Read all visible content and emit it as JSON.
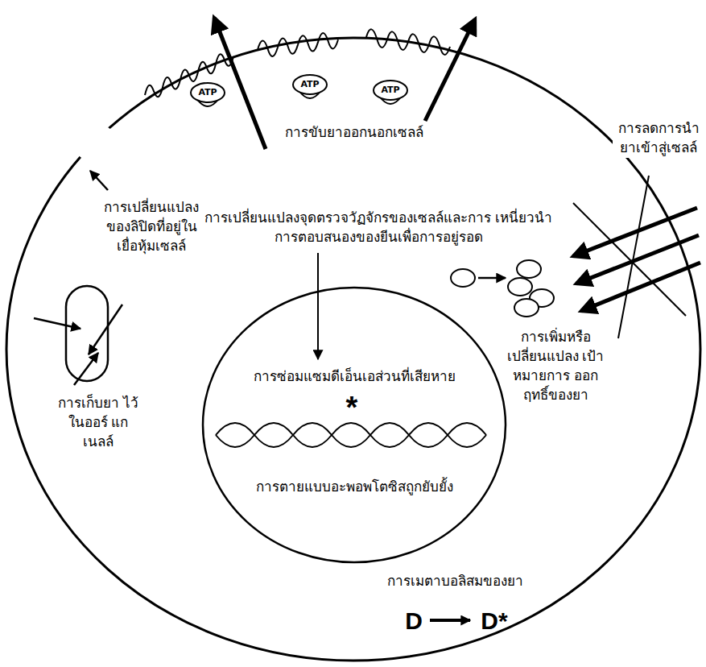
{
  "diagram": {
    "nodes": [
      {
        "text": [
          "การขับยาออกนอกเซลล์",
          "การเปลี่ยนแปลง ของลิปิดที่อยู่ใน เยื่อหุ้มเซลล์",
          "การเปลี่ยนแปลงจุดตรวจวัฏจักรของเซลล์และการ เหนี่ยวนำการตอบสนองของยีนเพื่อการอยู่รอด",
          "การเพิ่มหรือ เปลี่ยนแปลง เป้าหมายการ ออกฤทธิ์ของยา",
          "การเก็บยา ไว้ในออร์ แกเนลล์",
          "การเมตาบอลิสมของยา"
        ]
      },
      {
        "text": [
          "การซ่อมแซมดีเอ็นเอส่วนที่เสียหาย",
          "การตายแบบอะพอพโตซิสถูกยับยั้ง"
        ],
        "in": 0
      }
    ],
    "labels": [
      "ATP",
      "ATP",
      "ATP",
      "การลดการนำ ยาเข้าสู่เซลล์",
      "D",
      "D*",
      "*"
    ]
  }
}
